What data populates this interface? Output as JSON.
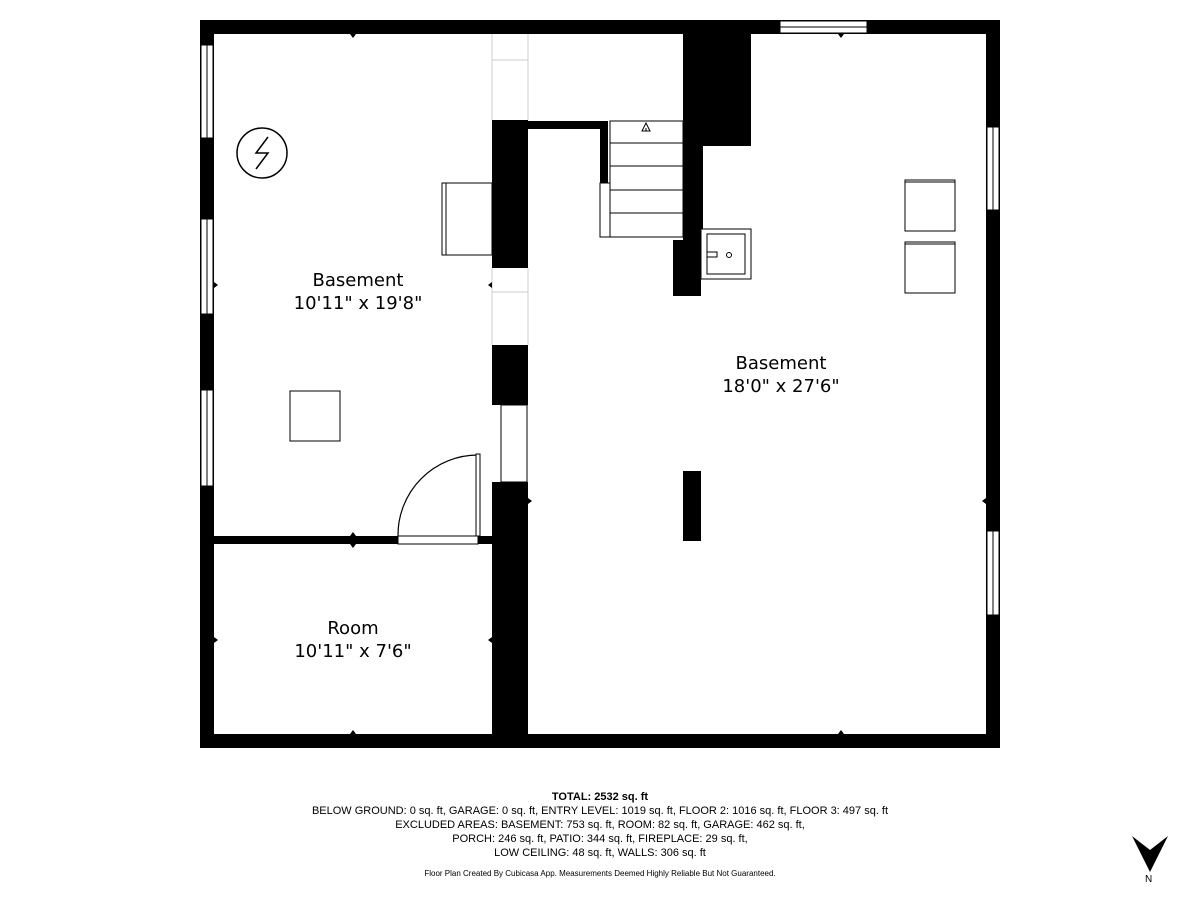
{
  "rooms": [
    {
      "name": "Basement",
      "dims": "10'11\" x 19'8\""
    },
    {
      "name": "Basement",
      "dims": "18'0\" x 27'6\""
    },
    {
      "name": "Room",
      "dims": "10'11\" x 7'6\""
    }
  ],
  "footer": {
    "total": "TOTAL: 2532 sq. ft",
    "lines": [
      "BELOW GROUND: 0 sq. ft, GARAGE: 0 sq. ft, ENTRY LEVEL: 1019 sq. ft, FLOOR 2: 1016 sq. ft, FLOOR 3: 497 sq. ft",
      "EXCLUDED AREAS: BASEMENT: 753 sq. ft, ROOM: 82 sq. ft, GARAGE: 462 sq. ft,",
      "PORCH: 246 sq. ft, PATIO: 344 sq. ft, FIREPLACE: 29 sq. ft,",
      "LOW CEILING: 48 sq. ft, WALLS: 306 sq. ft"
    ],
    "credit": "Floor Plan Created By Cubicasa App. Measurements Deemed Highly Reliable But Not Guaranteed."
  },
  "compass": {
    "letter": "N"
  }
}
